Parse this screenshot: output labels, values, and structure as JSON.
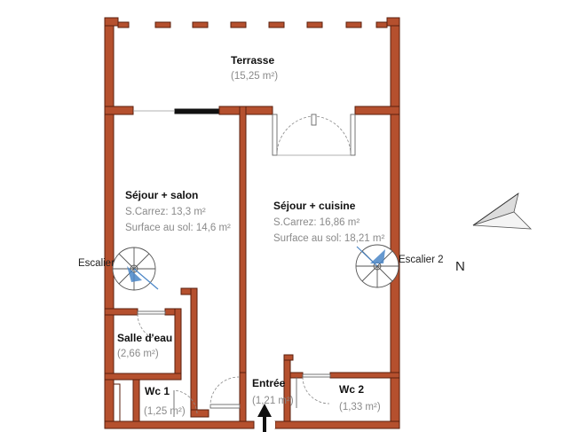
{
  "rooms": {
    "terrasse": {
      "name": "Terrasse",
      "area": "(15,25 m²)"
    },
    "sejour_salon": {
      "name": "Séjour + salon",
      "carrez": "S.Carrez: 13,3 m²",
      "sol": "Surface au sol: 14,6 m²"
    },
    "sejour_cuisine": {
      "name": "Séjour + cuisine",
      "carrez": "S.Carrez: 16,86 m²",
      "sol": "Surface au sol: 18,21 m²"
    },
    "salle_deau": {
      "name": "Salle d'eau",
      "area": "(2,66 m²)"
    },
    "wc1": {
      "name": "Wc 1",
      "area": "(1,25 m²)"
    },
    "entree": {
      "name": "Entrée",
      "area": "(1,21 m²)"
    },
    "wc2": {
      "name": "Wc 2",
      "area": "(1,33 m²)"
    }
  },
  "stairs": {
    "stair1": "Escalier",
    "stair2": "Escalier 2"
  },
  "compass": {
    "label": "N"
  },
  "colors": {
    "wall": "#b5502e",
    "wall_outline": "#5a1f0e",
    "area_text": "#8a8a8a"
  }
}
